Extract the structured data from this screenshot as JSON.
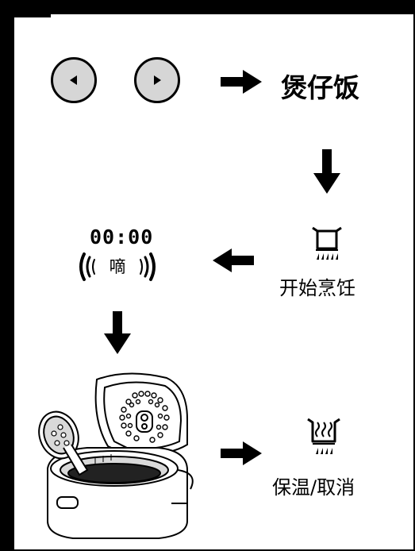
{
  "steps": {
    "menu_label": "煲仔饭",
    "display_time": "00:00",
    "beep_text": "嘀",
    "start_label": "开始烹饪",
    "keepwarm_label": "保温/取消"
  },
  "icons": {
    "left_button": "triangle-left-icon",
    "right_button": "triangle-right-icon",
    "cook_icon": "pot-flame-icon",
    "warm_icon": "pot-steam-icon",
    "rice_cooker": "rice-cooker-illustration"
  },
  "colors": {
    "button_fill": "#d6d6d6",
    "ink": "#000000"
  }
}
